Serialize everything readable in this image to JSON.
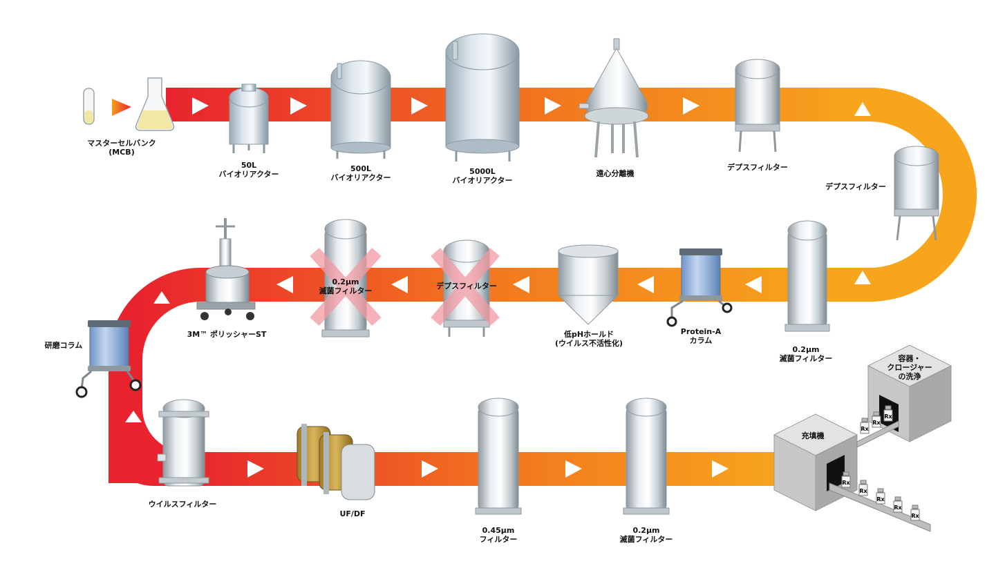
{
  "colors": {
    "red": "#e8232e",
    "orange": "#f08a1c",
    "amber": "#f7a51d",
    "steel_light": "#e6ecef",
    "steel_mid": "#b8c2c8",
    "steel_dark": "#7e8a92",
    "cross": "#f2a6ad",
    "box": "#cfcfcf"
  },
  "labels": {
    "mcb": [
      "マスターセルバンク",
      "(MCB)"
    ],
    "br50": [
      "50L",
      "バイオリアクター"
    ],
    "br500": [
      "500L",
      "バイオリアクター"
    ],
    "br5000": [
      "5000L",
      "バイオリアクター"
    ],
    "centrifuge": [
      "遠心分離機"
    ],
    "depth1": [
      "デプスフィルター"
    ],
    "depth2": [
      "デプスフィルター"
    ],
    "filter02a": [
      "0.2μm",
      "滅菌フィルター"
    ],
    "proteinA": [
      "Protein-A",
      "カラム"
    ],
    "lowph": [
      "低pHホールド",
      "(ウイルス不活性化)"
    ],
    "depth3": [
      "デプスフィルター"
    ],
    "filter02b": [
      "0.2μm",
      "滅菌フィルター"
    ],
    "polisher": [
      "3M™ ポリッシャーST"
    ],
    "polishCol": [
      "研磨コラム"
    ],
    "virus": [
      "ウイルスフィルター"
    ],
    "ufdf": [
      "UF/DF"
    ],
    "filter045": [
      "0.45μm",
      "フィルター"
    ],
    "filter02c": [
      "0.2μm",
      "滅菌フィルター"
    ],
    "filling": [
      "充填機"
    ],
    "cleaning": [
      "容器・",
      "クロージャー",
      "の洗浄"
    ],
    "rx": "Rx"
  }
}
